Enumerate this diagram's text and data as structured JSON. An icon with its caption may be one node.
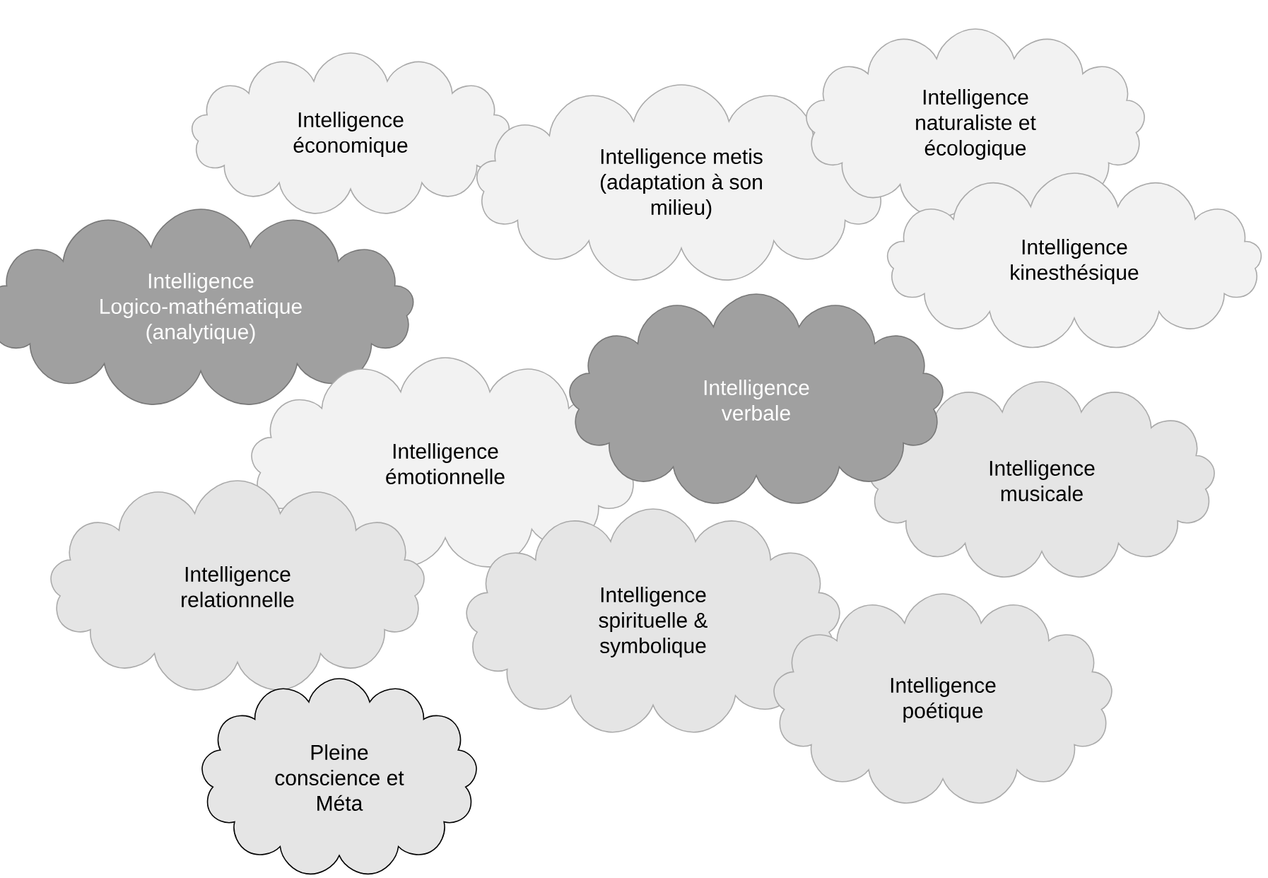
{
  "diagram": {
    "nodes": [
      {
        "text": [
          "Intelligence économique"
        ]
      },
      {
        "text": [
          "Intelligence naturaliste et écologique"
        ]
      },
      {
        "text": [
          "Intelligence metis (adaptation à son milieu)"
        ]
      },
      {
        "text": [
          "Intelligence kinesthésique"
        ]
      },
      {
        "text": [
          "Intelligence Logico-mathématique (analytique)"
        ]
      },
      {
        "text": [
          "Intelligence verbale"
        ]
      },
      {
        "text": [
          "Intelligence émotionnelle"
        ]
      },
      {
        "text": [
          "Intelligence musicale"
        ]
      },
      {
        "text": [
          "Intelligence relationnelle"
        ]
      },
      {
        "text": [
          "Intelligence spirituelle & symbolique"
        ]
      },
      {
        "text": [
          "Intelligence poétique"
        ]
      },
      {
        "text": [
          "Pleine conscience et Méta"
        ]
      }
    ]
  }
}
